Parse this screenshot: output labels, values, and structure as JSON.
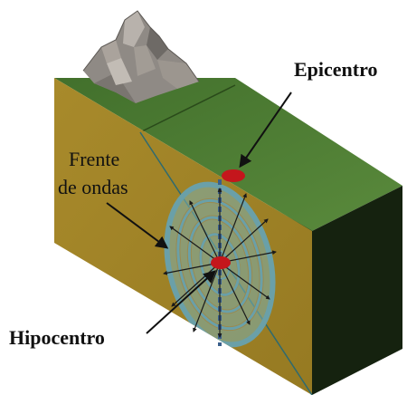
{
  "labels": {
    "epicenter": "Epicentro",
    "wavefront_line1": "Frente",
    "wavefront_line2": "de ondas",
    "hypocenter": "Hipocentro"
  },
  "colors": {
    "top_surface": "#4d7a35",
    "front_face": "#a8892a",
    "right_face": "#15220f",
    "wave_ring": "#6aa0a8",
    "focus": "#c4161c",
    "fault_line": "#3a5f8c",
    "mountain": "#8f8a85"
  },
  "icons": {
    "mountain": "mountain-icon",
    "epicenter_marker": "epicenter-dot-icon",
    "hypocenter_marker": "hypocenter-dot-icon"
  }
}
